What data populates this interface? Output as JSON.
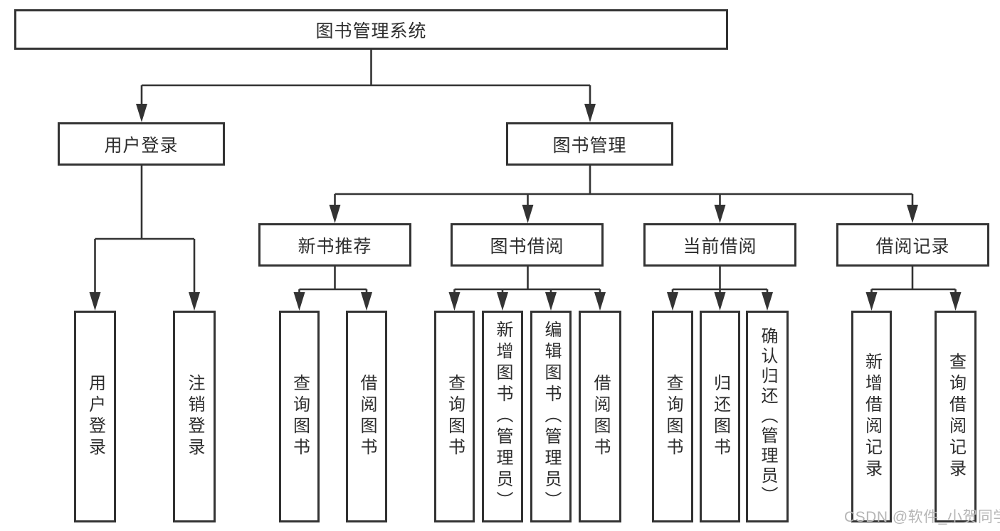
{
  "colors": {
    "line": "#333333",
    "box_border": "#333333",
    "text": "#2d2d2d",
    "watermark": "#b5b5b5",
    "background": "#ffffff"
  },
  "root": {
    "label": "图书管理系统"
  },
  "level2": {
    "user_login": "用户登录",
    "book_mgmt": "图书管理"
  },
  "level3": {
    "new_book": "新书推荐",
    "borrow": "图书借阅",
    "current": "当前借阅",
    "records": "借阅记录"
  },
  "leaves": {
    "user_login": [
      "用户登录",
      "注销登录"
    ],
    "new_book": [
      "查询图书",
      "借阅图书"
    ],
    "borrow": [
      "查询图书",
      "新增图书（管理员）",
      "编辑图书（管理员）",
      "借阅图书"
    ],
    "current": [
      "查询图书",
      "归还图书",
      "确认归还（管理员）"
    ],
    "records": [
      "新增借阅记录",
      "查询借阅记录"
    ]
  },
  "watermark": "CSDN @软件_小贺同学"
}
